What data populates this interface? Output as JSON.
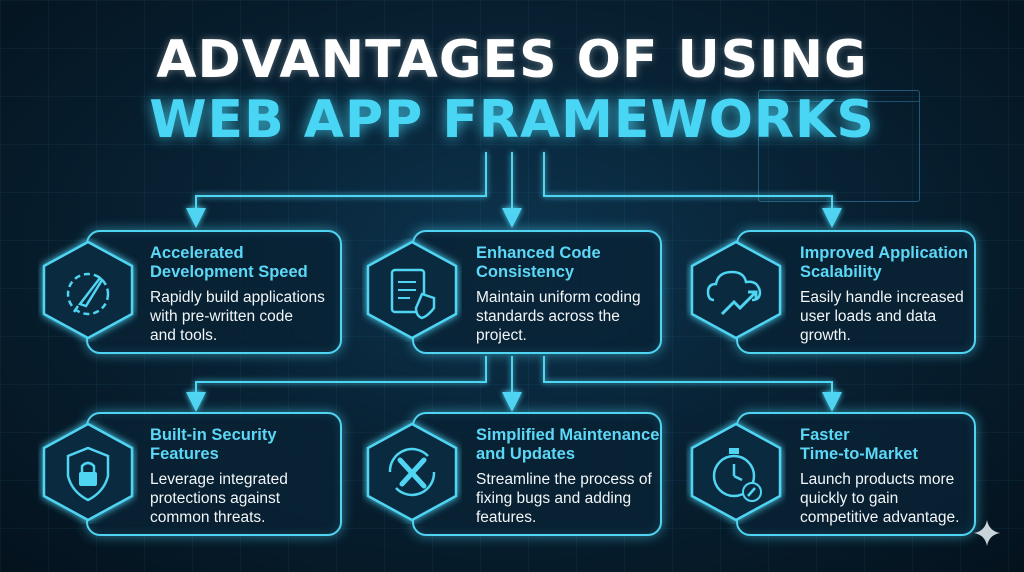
{
  "title": {
    "line1": "ADVANTAGES OF USING",
    "line2": "WEB APP FRAMEWORKS"
  },
  "colors": {
    "accent": "#49d6f5",
    "card_border": "#4fd4f2",
    "background": "#082234",
    "text": "#f2f6f8"
  },
  "cards": [
    {
      "icon": "rocket-gear-icon",
      "title": "Accelerated\nDevelopment Speed",
      "description": "Rapidly build applications\nwith pre-written code\nand tools."
    },
    {
      "icon": "checklist-shield-icon",
      "title": "Enhanced Code\nConsistency",
      "description": "Maintain uniform coding\nstandards across the\nproject."
    },
    {
      "icon": "cloud-growth-icon",
      "title": "Improved Application\nScalability",
      "description": "Easily handle increased\nuser loads and data\ngrowth."
    },
    {
      "icon": "shield-lock-icon",
      "title": "Built-in Security\nFeatures",
      "description": "Leverage integrated\nprotections against\ncommon threats."
    },
    {
      "icon": "wrench-screwdriver-icon",
      "title": "Simplified Maintenance\nand Updates",
      "description": "Streamline the process of\nfixing bugs and adding\nfeatures."
    },
    {
      "icon": "stopwatch-rocket-icon",
      "title": "Faster\nTime-to-Market",
      "description": "Launch products more\nquickly to gain\ncompetitive advantage."
    }
  ]
}
